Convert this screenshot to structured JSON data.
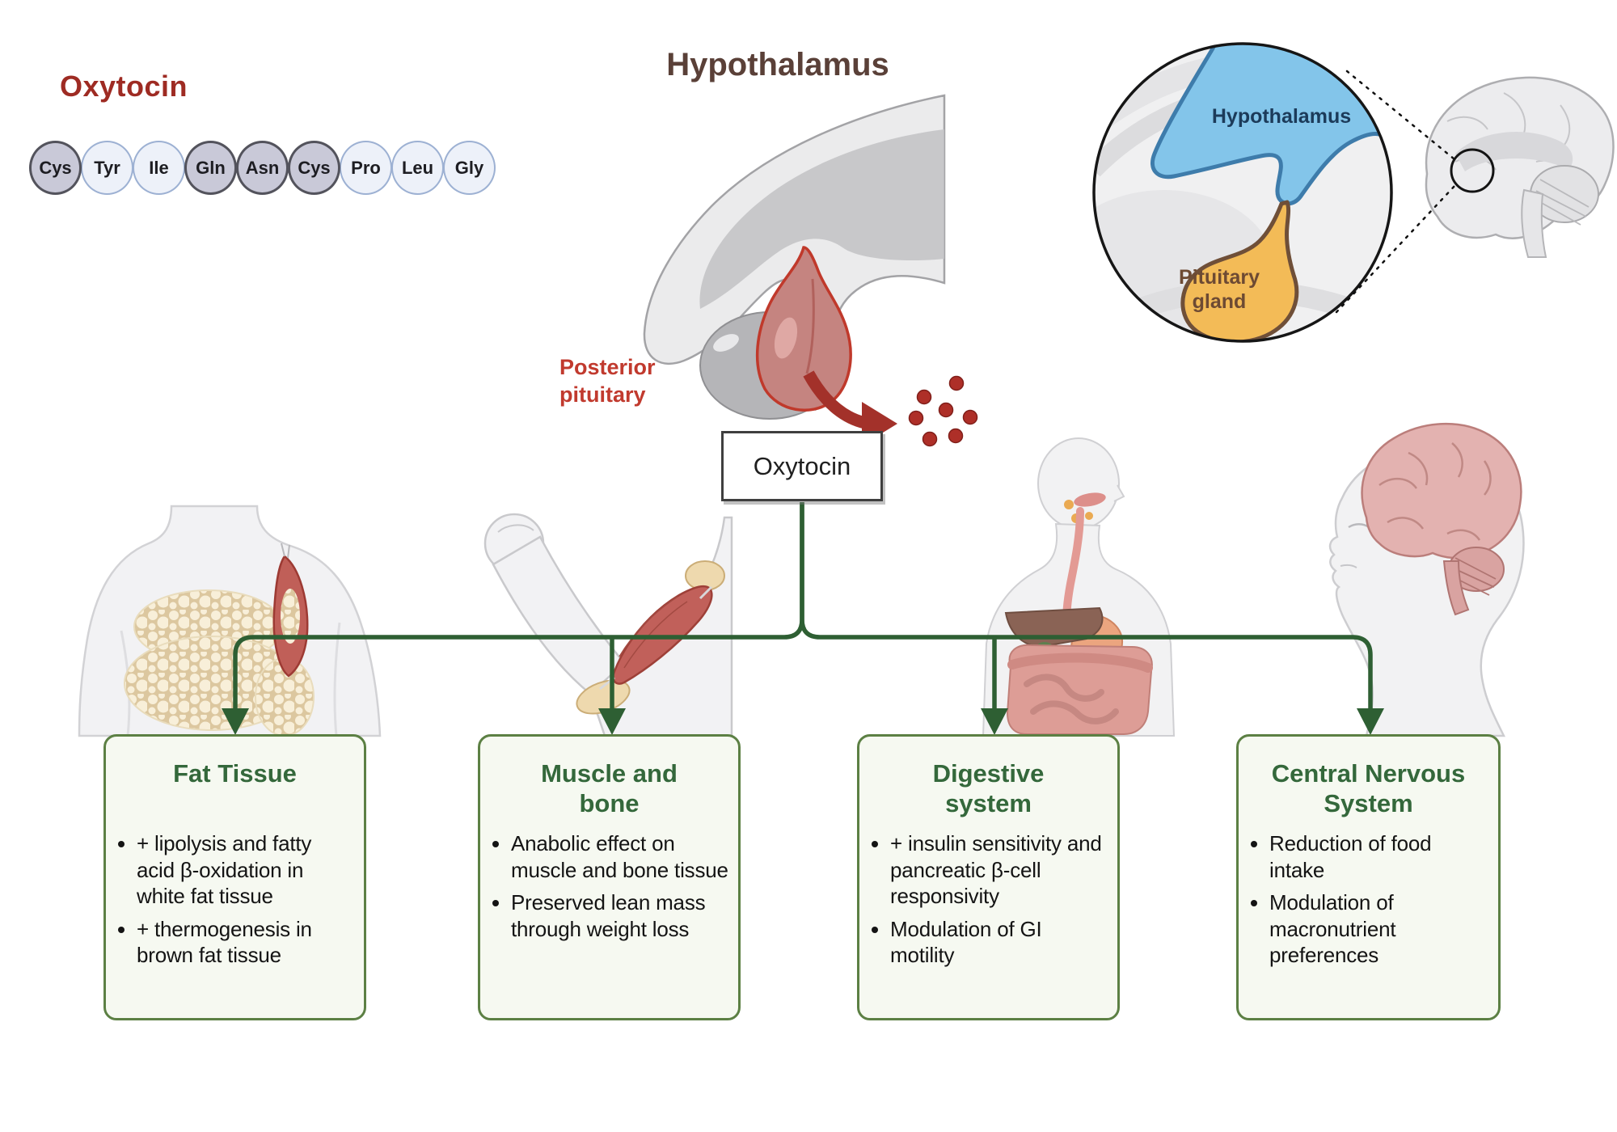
{
  "peptide": {
    "title": "Oxytocin",
    "residues": [
      "Cys",
      "Tyr",
      "Ile",
      "Gln",
      "Asn",
      "Cys",
      "Pro",
      "Leu",
      "Gly"
    ],
    "variants": [
      "dark",
      "light",
      "light",
      "dark",
      "dark",
      "dark",
      "light",
      "light",
      "light"
    ]
  },
  "pituitary_figure": {
    "title": "Hypothalamus",
    "label_line1": "Posterior",
    "label_line2": "pituitary",
    "hormone_label": "Oxytocin"
  },
  "inset": {
    "hypothalamus_label": "Hypothalamus",
    "pituitary_label_line1": "Pituitary",
    "pituitary_label_line2": "gland"
  },
  "target_boxes": [
    {
      "title": "Fat Tissue",
      "bullets": [
        "+  lipolysis and fatty acid β-oxidation in white fat tissue",
        "+ thermogenesis in brown fat tissue"
      ]
    },
    {
      "title": "Muscle and bone",
      "bullets": [
        "Anabolic effect on muscle and bone tissue",
        "Preserved lean mass through weight loss"
      ]
    },
    {
      "title": "Digestive system",
      "bullets": [
        "+ insulin sensitivity and pancreatic β-cell responsivity",
        "Modulation of GI motility"
      ]
    },
    {
      "title": "Central Nervous System",
      "bullets": [
        "Reduction of food intake",
        "Modulation of macronutrient preferences"
      ]
    }
  ],
  "colors": {
    "oxytocin_title": "#9e2b23",
    "hypothalamus_title": "#5a4038",
    "posterior_label": "#c13a2e",
    "connector_green": "#2e5f33",
    "box_border_green": "#5c8044",
    "box_title_green": "#34683b",
    "box_background": "#f6f9f1",
    "inset_blue": "#83c5ea",
    "inset_orange": "#f3bb57",
    "hormone_dot_red": "#ae2f28",
    "arrow_red": "#a3312a"
  }
}
